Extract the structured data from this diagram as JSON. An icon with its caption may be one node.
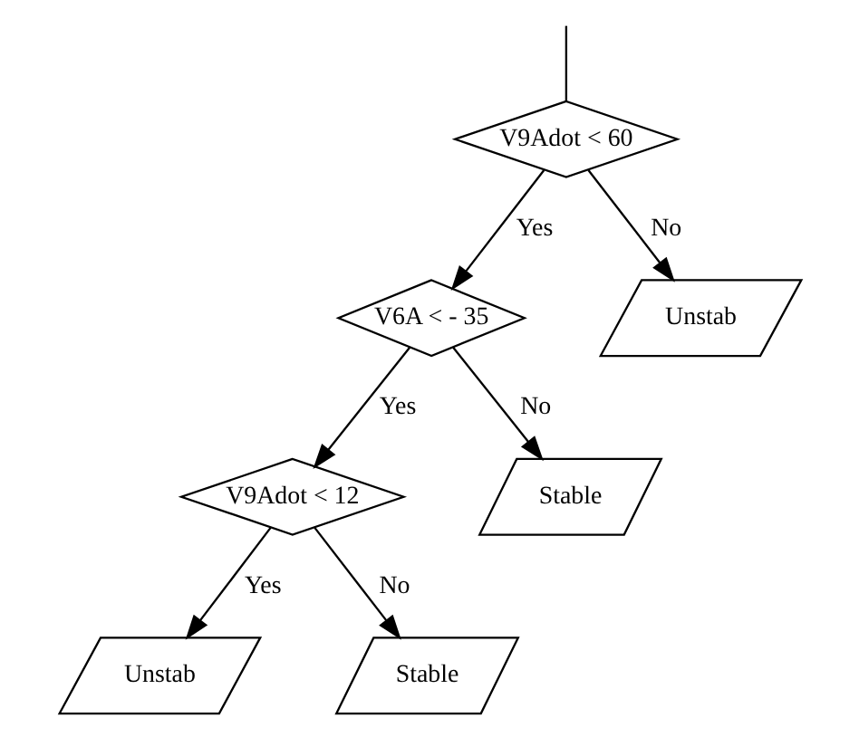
{
  "diagram": {
    "nodes": [
      {
        "text": [
          "V9Adot < 60"
        ]
      },
      {
        "text": [
          "V6A < - 35"
        ]
      },
      {
        "text": [
          "Unstab"
        ]
      },
      {
        "text": [
          "V9Adot < 12"
        ]
      },
      {
        "text": [
          "Stable"
        ]
      },
      {
        "text": [
          "Unstab"
        ]
      },
      {
        "text": [
          "Stable"
        ]
      }
    ],
    "edges": [
      {
        "from": null,
        "to": 0,
        "arrow": "none"
      },
      {
        "from": 0,
        "to": 1,
        "arrow": "to",
        "label": "Yes"
      },
      {
        "from": 0,
        "to": 2,
        "arrow": "to",
        "label": "No"
      },
      {
        "from": 1,
        "to": 3,
        "arrow": "to",
        "label": "Yes"
      },
      {
        "from": 1,
        "to": 4,
        "arrow": "to",
        "label": "No"
      },
      {
        "from": 3,
        "to": 5,
        "arrow": "to",
        "label": "Yes"
      },
      {
        "from": 3,
        "to": 6,
        "arrow": "to",
        "label": "No"
      }
    ]
  }
}
